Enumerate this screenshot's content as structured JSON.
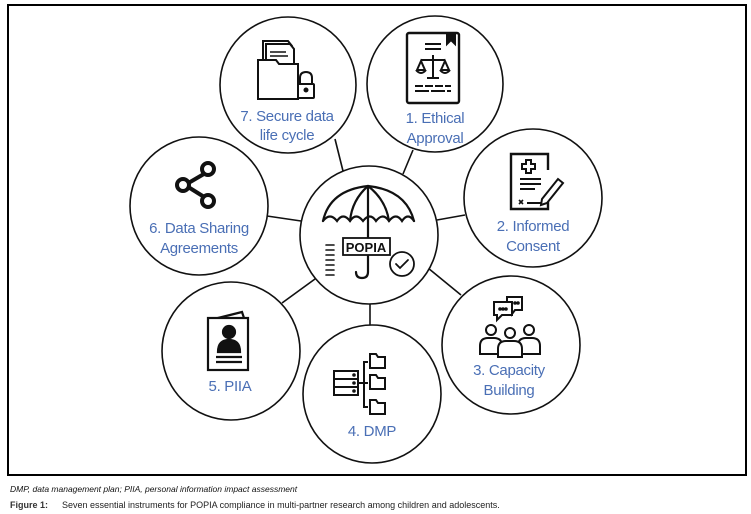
{
  "diagram": {
    "center": {
      "label": "POPIA",
      "icon": "umbrella-check-icon"
    },
    "nodes": [
      {
        "id": 1,
        "lines": [
          "1. Ethical",
          "Approval"
        ],
        "icon": "ethics-document-icon"
      },
      {
        "id": 2,
        "lines": [
          "2. Informed",
          "Consent"
        ],
        "icon": "consent-form-icon"
      },
      {
        "id": 3,
        "lines": [
          "3. Capacity",
          "Building"
        ],
        "icon": "group-discussion-icon"
      },
      {
        "id": 4,
        "lines": [
          "4. DMP"
        ],
        "icon": "server-folders-icon"
      },
      {
        "id": 5,
        "lines": [
          "5. PIIA"
        ],
        "icon": "id-booklet-icon"
      },
      {
        "id": 6,
        "lines": [
          "6. Data Sharing",
          "Agreements"
        ],
        "icon": "share-icon"
      },
      {
        "id": 7,
        "lines": [
          "7. Secure data",
          "life cycle"
        ],
        "icon": "locked-folder-icon"
      }
    ],
    "colors": {
      "label": "#4a6fb5",
      "stroke": "#111111"
    }
  },
  "abbreviations": "DMP, data management plan; PIIA, personal information impact assessment",
  "caption": {
    "figure_label": "Figure 1:",
    "text": "Seven essential instruments for POPIA compliance in multi-partner research among children and adolescents."
  }
}
